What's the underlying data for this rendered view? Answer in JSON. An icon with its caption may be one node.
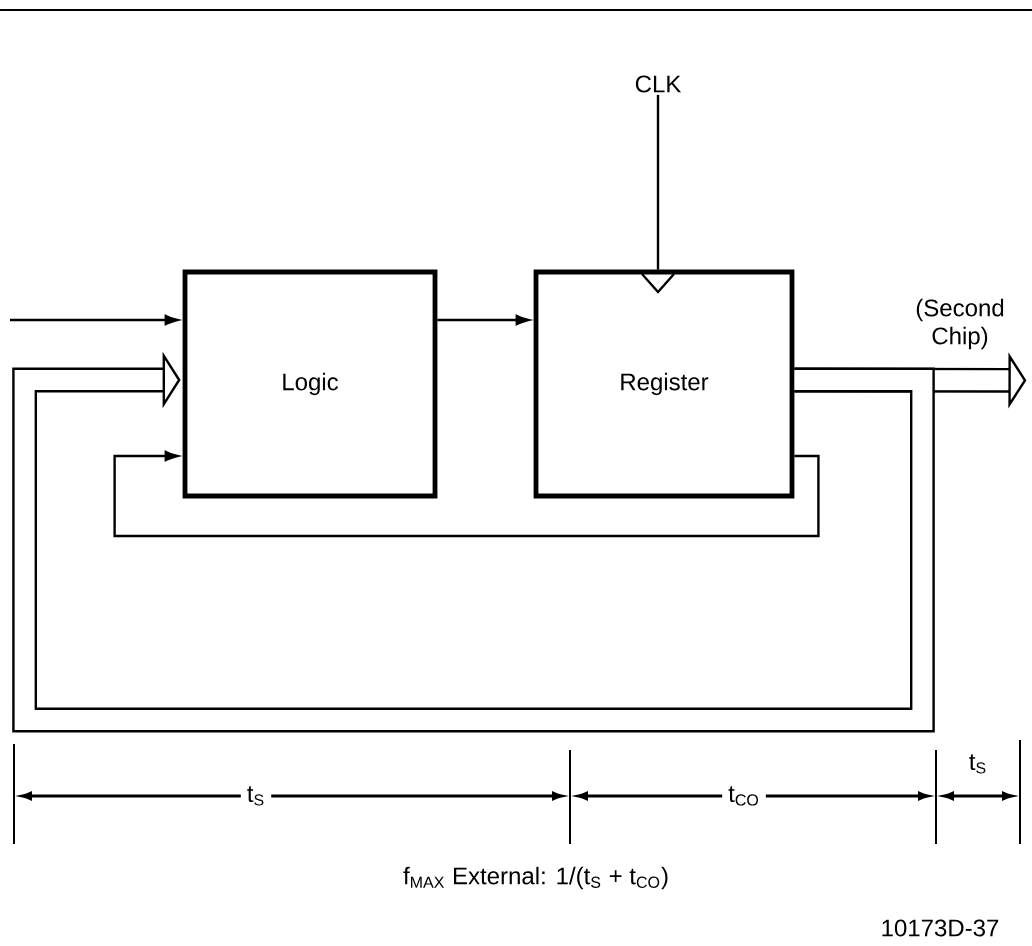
{
  "diagram": {
    "nodes": [
      {
        "text": [
          "Logic"
        ]
      },
      {
        "text": [
          "Register"
        ]
      },
      {
        "text": [
          "CLK"
        ]
      },
      {
        "text": [
          "(Second Chip)"
        ]
      }
    ],
    "edges": [
      {
        "from": null,
        "to": 0,
        "arrow": "to"
      },
      {
        "from": 0,
        "to": 1,
        "arrow": "to"
      },
      {
        "from": 2,
        "to": 1,
        "arrow": "to"
      },
      {
        "from": 1,
        "to": 3,
        "arrow": "to",
        "style": "thick"
      },
      {
        "from": 1,
        "to": 0,
        "arrow": "to",
        "style": "thick"
      },
      {
        "from": 1,
        "to": 0,
        "arrow": "to"
      }
    ],
    "labels": [
      "t$_{S}$",
      "t$_{CO}$",
      "t$_{S}$",
      "f$_{MAX}$ External: 1/(t$_{S}$ + t$_{CO}$)",
      "10173D-37"
    ]
  }
}
